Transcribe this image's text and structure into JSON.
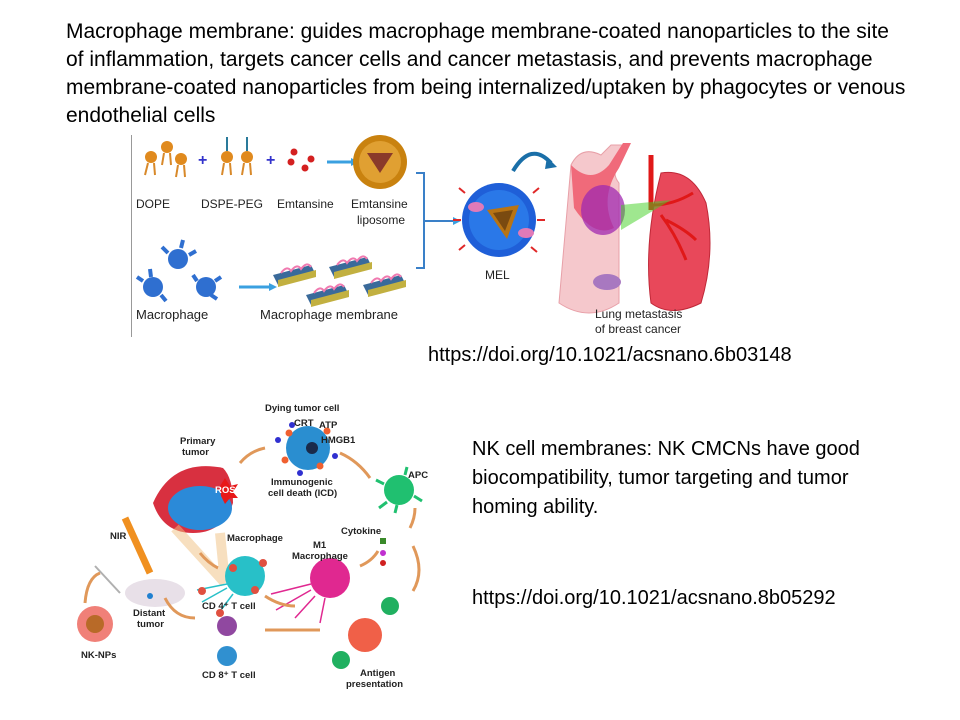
{
  "slide": {
    "heading": "Macrophage membrane: guides macrophage membrane-coated nanoparticles to the site of inflammation, targets cancer cells and cancer metastasis, and prevents macrophage membrane-coated nanoparticles from being internalized/uptaken by phagocytes or venous endothelial cells",
    "doi_1": "https://doi.org/10.1021/acsnano.6b03148",
    "nk_text": "NK cell membranes: NK CMCNs have good biocompatibility, tumor targeting and tumor homing ability.",
    "doi_2": "https://doi.org/10.1021/acsnano.8b05292"
  },
  "figure1": {
    "labels": {
      "dope": "DOPE",
      "dspe_peg": "DSPE-PEG",
      "emtansine": "Emtansine",
      "emtansine_liposome_1": "Emtansine",
      "emtansine_liposome_2": "liposome",
      "macrophage": "Macrophage",
      "macrophage_membrane": "Macrophage membrane",
      "mel": "MEL",
      "lung_1": "Lung metastasis",
      "lung_2": "of breast cancer"
    },
    "plus": "+"
  },
  "figure2": {
    "labels": {
      "dying_tumor_cell": "Dying  tumor cell",
      "crt": "CRT",
      "atp": "ATP",
      "hmgb1": "HMGB1",
      "primary_tumor_1": "Primary",
      "primary_tumor_2": "tumor",
      "ros": "ROS",
      "icd_1": "Immunogenic",
      "icd_2": "cell death (ICD)",
      "apc": "APC",
      "nir": "NIR",
      "macrophage": "Macrophage",
      "m1_1": "M1",
      "m1_2": "Macrophage",
      "cytokine": "Cytokine",
      "distant_1": "Distant",
      "distant_2": "tumor",
      "cd4": "CD 4⁺ T cell",
      "cd8": "CD 8⁺ T cell",
      "nk_nps": "NK-NPs",
      "antigen_1": "Antigen",
      "antigen_2": "presentation"
    }
  }
}
